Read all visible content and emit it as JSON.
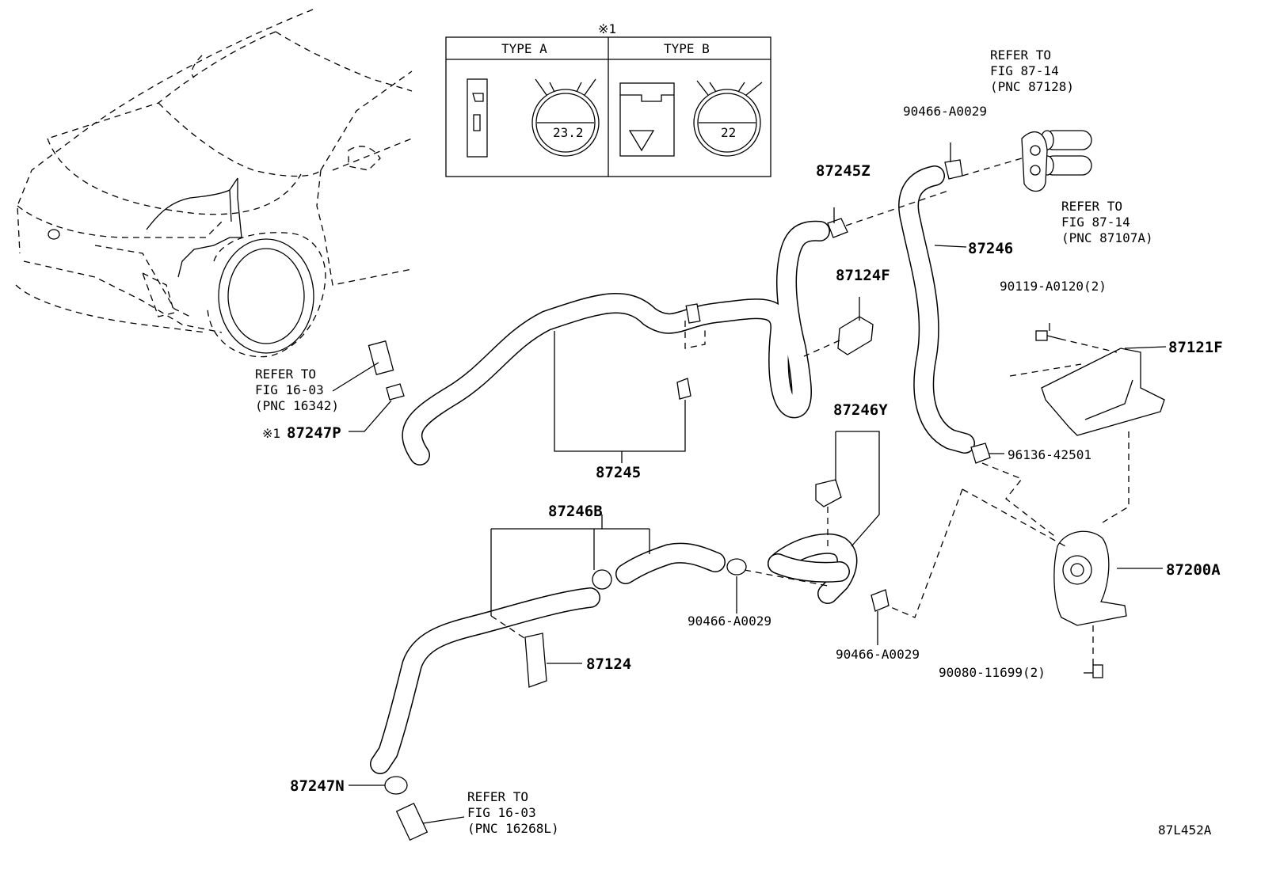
{
  "inset": {
    "marker": "※1",
    "type_a": "TYPE A",
    "type_b": "TYPE B",
    "dim_a": "23.2",
    "dim_b": "22"
  },
  "labels": {
    "refer_87128_l1": "REFER TO",
    "refer_87128_l2": "FIG 87-14",
    "refer_87128_l3": "(PNC 87128)",
    "clamp_top": "90466-A0029",
    "p87245Z": "87245Z",
    "refer_87107A_l1": "REFER TO",
    "refer_87107A_l2": "FIG 87-14",
    "refer_87107A_l3": "(PNC 87107A)",
    "p87246": "87246",
    "p87124F": "87124F",
    "bolt_top": "90119-A0120(2)",
    "p87121F": "87121F",
    "refer_16342_l1": "REFER TO",
    "refer_16342_l2": "FIG 16-03",
    "refer_16342_l3": "(PNC 16342)",
    "p87247P_marker": "※1",
    "p87247P": "87247P",
    "p87246Y": "87246Y",
    "clip_96136": "96136-42501",
    "p87245": "87245",
    "p87246B": "87246B",
    "p87200A": "87200A",
    "clamp_mid": "90466-A0029",
    "clamp_low": "90466-A0029",
    "p87124": "87124",
    "bolt_low": "90080-11699(2)",
    "p87247N": "87247N",
    "refer_16268L_l1": "REFER TO",
    "refer_16268L_l2": "FIG 16-03",
    "refer_16268L_l3": "(PNC 16268L)",
    "fig_id": "87L452A"
  }
}
